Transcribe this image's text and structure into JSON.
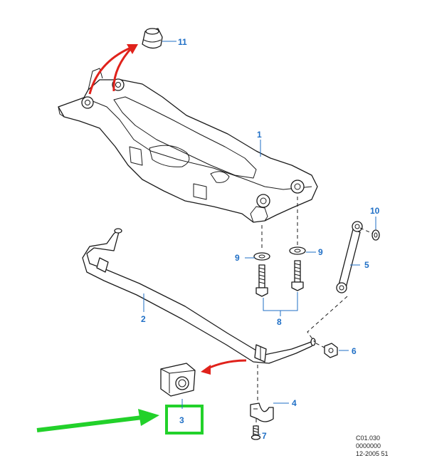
{
  "callouts": {
    "c1": "1",
    "c2": "2",
    "c3": "3",
    "c4": "4",
    "c5": "5",
    "c6": "6",
    "c7": "7",
    "c8": "8",
    "c9_left": "9",
    "c9_right": "9",
    "c10": "10",
    "c11": "11"
  },
  "reference": {
    "line1": "C01.030",
    "line2": "0000000",
    "line3": "12-2005 51"
  },
  "colors": {
    "callout": "#1f6fc6",
    "red_arrow": "#e0221b",
    "green_arrow": "#22d12a",
    "highlight_box": "#22d12a",
    "line_art": "#1a1a1a"
  }
}
